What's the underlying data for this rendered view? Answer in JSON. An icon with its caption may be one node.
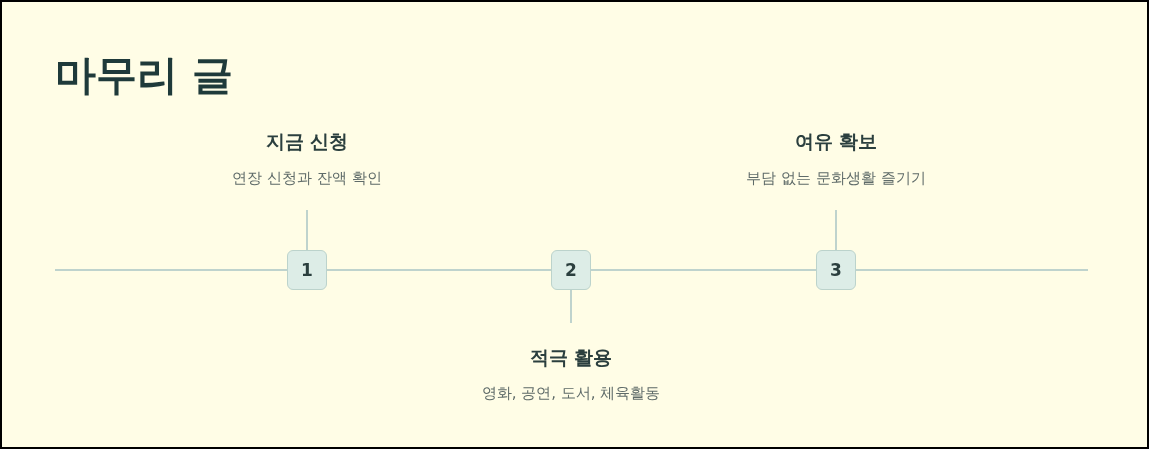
{
  "diagram": {
    "title": "마무리 글",
    "nodes": [
      {
        "text": [
          "지금 신청",
          "연장 신청과 잔액 확인"
        ]
      },
      {
        "text": [
          "1"
        ]
      },
      {
        "text": [
          "2"
        ]
      },
      {
        "text": [
          "적극 활용",
          "영화, 공연, 도서, 체육활동"
        ]
      },
      {
        "text": [
          "3"
        ]
      },
      {
        "text": [
          "여유 확보",
          "부담 없는 문화생활 즐기기"
        ]
      }
    ],
    "edges": [
      {
        "from": null,
        "to": 1,
        "arrow": "none"
      },
      {
        "from": 0,
        "to": 1,
        "arrow": "none"
      },
      {
        "from": 1,
        "to": 2,
        "arrow": "none"
      },
      {
        "from": 2,
        "to": 3,
        "arrow": "none"
      },
      {
        "from": 2,
        "to": 4,
        "arrow": "none"
      },
      {
        "from": 5,
        "to": 4,
        "arrow": "none"
      },
      {
        "from": 4,
        "to": null,
        "arrow": "none"
      }
    ]
  }
}
